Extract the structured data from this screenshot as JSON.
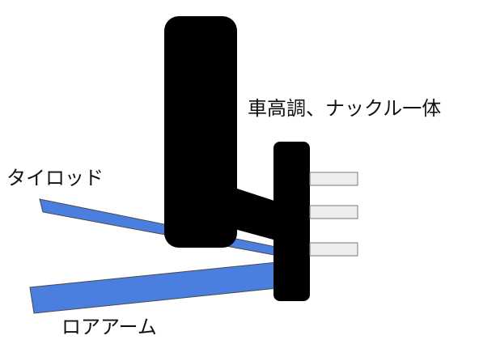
{
  "labels": {
    "coilover_knuckle": "車高調、ナックル一体",
    "tie_rod": "タイロッド",
    "lower_arm": "ロアアーム"
  },
  "colors": {
    "arm_fill": "#4a7fe0",
    "arm_stroke": "#4a4a4a",
    "body_fill": "#000000",
    "bolt_fill": "#eeeeee",
    "bolt_stroke": "#7a7a7a"
  }
}
